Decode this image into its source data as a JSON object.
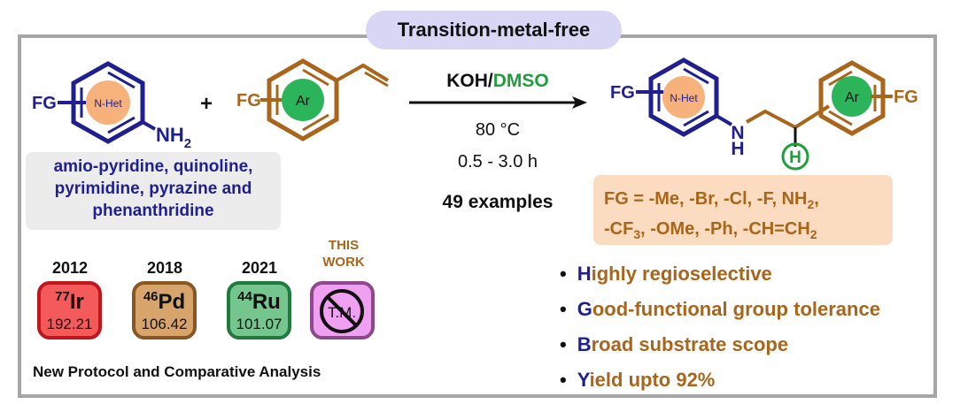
{
  "title": "Transition-metal-free",
  "reactant1": {
    "fg": "FG",
    "ring": "N-Het",
    "amine": "NH",
    "amine_sub": "2"
  },
  "plus": "+",
  "reactant2": {
    "fg": "FG",
    "ring": "Ar"
  },
  "substrates": [
    "amio-pyridine, quinoline,",
    "pyrimidine, pyrazine and",
    "phenanthridine"
  ],
  "conditions": {
    "reagent_a": "KOH/",
    "reagent_b": "DMSO",
    "temperature": "80 °C",
    "time": "0.5 - 3.0 h",
    "examples": "49 examples"
  },
  "product": {
    "fg_left": "FG",
    "ring_left": "N-Het",
    "n_atom": "N",
    "h_atom": "H",
    "h_circled": "H",
    "ring_right": "Ar",
    "fg_right": "FG"
  },
  "fg_list": {
    "line1": "FG  = -Me, -Br, -Cl, -F, NH",
    "line1_sub": "2",
    "line1_end": ",",
    "line2_a": "-CF",
    "line2_sub1": "3",
    "line2_b": ", -OMe, -Ph, -CH=CH",
    "line2_sub2": "2"
  },
  "comparison": {
    "items": [
      {
        "year": "2012",
        "number": "77",
        "symbol": "Ir",
        "mass": "192.21",
        "fill": "#f45a5a",
        "border": "#c0171d"
      },
      {
        "year": "2018",
        "number": "46",
        "symbol": "Pd",
        "mass": "106.42",
        "fill": "#d7a56c",
        "border": "#8a5622"
      },
      {
        "year": "2021",
        "number": "44",
        "symbol": "Ru",
        "mass": "101.07",
        "fill": "#74c58e",
        "border": "#1f7a3b"
      }
    ],
    "this_work_line1": "THIS",
    "this_work_line2": "WORK",
    "this_work_label": "T.M.",
    "caption": "New Protocol and Comparative Analysis"
  },
  "features": [
    {
      "first": "H",
      "rest": "ighly regioselective"
    },
    {
      "first": "G",
      "rest": "ood-functional group tolerance"
    },
    {
      "first": "B",
      "rest": "road substrate scope"
    },
    {
      "first": "Y",
      "rest": "ield upto 92%"
    }
  ],
  "colors": {
    "navy": "#1f1f8f",
    "brown": "#a9651a",
    "green_text": "#1f9e3d",
    "orange_circle": "#f7b27b",
    "green_circle": "#2bb45a",
    "frame_grey": "#a6a6a6",
    "pill": "#d8d6f5",
    "fg_box": "#fbdcc0",
    "this_work_fill": "#f0a0f0"
  }
}
